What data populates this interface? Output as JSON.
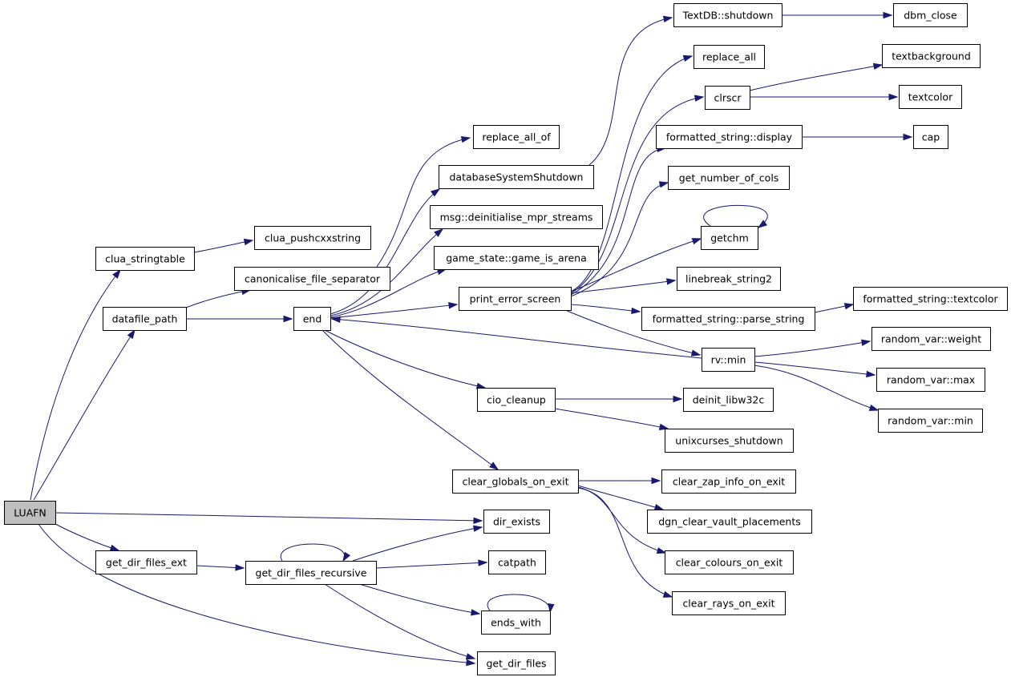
{
  "colors": {
    "edge": "#191970",
    "root_fill": "#bfbfbf",
    "node_fill": "#ffffff"
  },
  "nodes": [
    {
      "id": "luafn",
      "label": "LUAFN",
      "root": true
    },
    {
      "id": "clua_stringtable",
      "label": "clua_stringtable"
    },
    {
      "id": "clua_pushcxxstring",
      "label": "clua_pushcxxstring"
    },
    {
      "id": "datafile_path",
      "label": "datafile_path"
    },
    {
      "id": "canonicalise_file_separator",
      "label": "canonicalise_file_separator"
    },
    {
      "id": "replace_all_of",
      "label": "replace_all_of"
    },
    {
      "id": "end",
      "label": "end"
    },
    {
      "id": "databaseSystemShutdown",
      "label": "databaseSystemShutdown"
    },
    {
      "id": "textdb_shutdown",
      "label": "TextDB::shutdown"
    },
    {
      "id": "dbm_close",
      "label": "dbm_close"
    },
    {
      "id": "msg_deinit",
      "label": "msg::deinitialise_mpr_streams"
    },
    {
      "id": "game_is_arena",
      "label": "game_state::game_is_arena"
    },
    {
      "id": "print_error_screen",
      "label": "print_error_screen"
    },
    {
      "id": "replace_all",
      "label": "replace_all"
    },
    {
      "id": "clrscr",
      "label": "clrscr"
    },
    {
      "id": "textbackground",
      "label": "textbackground"
    },
    {
      "id": "textcolor",
      "label": "textcolor"
    },
    {
      "id": "fs_display",
      "label": "formatted_string::display"
    },
    {
      "id": "cap",
      "label": "cap"
    },
    {
      "id": "get_number_of_cols",
      "label": "get_number_of_cols"
    },
    {
      "id": "getchm",
      "label": "getchm"
    },
    {
      "id": "linebreak_string2",
      "label": "linebreak_string2"
    },
    {
      "id": "fs_parse_string",
      "label": "formatted_string::parse_string"
    },
    {
      "id": "fs_textcolor",
      "label": "formatted_string::textcolor"
    },
    {
      "id": "rv_min",
      "label": "rv::min"
    },
    {
      "id": "rand_weight",
      "label": "random_var::weight"
    },
    {
      "id": "rand_max",
      "label": "random_var::max"
    },
    {
      "id": "rand_min",
      "label": "random_var::min"
    },
    {
      "id": "cio_cleanup",
      "label": "cio_cleanup"
    },
    {
      "id": "deinit_libw32c",
      "label": "deinit_libw32c"
    },
    {
      "id": "unixcurses_shutdown",
      "label": "unixcurses_shutdown"
    },
    {
      "id": "clear_globals_on_exit",
      "label": "clear_globals_on_exit"
    },
    {
      "id": "clear_zap_info_on_exit",
      "label": "clear_zap_info_on_exit"
    },
    {
      "id": "dgn_clear_vault_placements",
      "label": "dgn_clear_vault_placements"
    },
    {
      "id": "clear_colours_on_exit",
      "label": "clear_colours_on_exit"
    },
    {
      "id": "clear_rays_on_exit",
      "label": "clear_rays_on_exit"
    },
    {
      "id": "dir_exists",
      "label": "dir_exists"
    },
    {
      "id": "get_dir_files_ext",
      "label": "get_dir_files_ext"
    },
    {
      "id": "get_dir_files_recursive",
      "label": "get_dir_files_recursive"
    },
    {
      "id": "catpath",
      "label": "catpath"
    },
    {
      "id": "ends_with",
      "label": "ends_with"
    },
    {
      "id": "get_dir_files",
      "label": "get_dir_files"
    }
  ],
  "edges": [
    {
      "from": "luafn",
      "to": "clua_stringtable"
    },
    {
      "from": "luafn",
      "to": "datafile_path"
    },
    {
      "from": "luafn",
      "to": "dir_exists"
    },
    {
      "from": "luafn",
      "to": "get_dir_files_ext"
    },
    {
      "from": "luafn",
      "to": "get_dir_files"
    },
    {
      "from": "clua_stringtable",
      "to": "clua_pushcxxstring"
    },
    {
      "from": "datafile_path",
      "to": "canonicalise_file_separator"
    },
    {
      "from": "datafile_path",
      "to": "end"
    },
    {
      "from": "canonicalise_file_separator",
      "to": "replace_all_of"
    },
    {
      "from": "end",
      "to": "databaseSystemShutdown"
    },
    {
      "from": "end",
      "to": "msg_deinit"
    },
    {
      "from": "end",
      "to": "game_is_arena"
    },
    {
      "from": "end",
      "to": "print_error_screen"
    },
    {
      "from": "end",
      "to": "cio_cleanup"
    },
    {
      "from": "end",
      "to": "clear_globals_on_exit"
    },
    {
      "from": "databaseSystemShutdown",
      "to": "textdb_shutdown"
    },
    {
      "from": "textdb_shutdown",
      "to": "dbm_close"
    },
    {
      "from": "print_error_screen",
      "to": "replace_all"
    },
    {
      "from": "print_error_screen",
      "to": "clrscr"
    },
    {
      "from": "print_error_screen",
      "to": "fs_display"
    },
    {
      "from": "print_error_screen",
      "to": "get_number_of_cols"
    },
    {
      "from": "print_error_screen",
      "to": "getchm"
    },
    {
      "from": "print_error_screen",
      "to": "linebreak_string2"
    },
    {
      "from": "print_error_screen",
      "to": "fs_parse_string"
    },
    {
      "from": "print_error_screen",
      "to": "rv_min"
    },
    {
      "from": "clrscr",
      "to": "textbackground"
    },
    {
      "from": "clrscr",
      "to": "textcolor"
    },
    {
      "from": "fs_display",
      "to": "cap"
    },
    {
      "from": "getchm",
      "to": "getchm"
    },
    {
      "from": "fs_parse_string",
      "to": "fs_textcolor"
    },
    {
      "from": "rv_min",
      "to": "end"
    },
    {
      "from": "rv_min",
      "to": "rand_weight"
    },
    {
      "from": "rv_min",
      "to": "rand_max"
    },
    {
      "from": "rv_min",
      "to": "rand_min"
    },
    {
      "from": "cio_cleanup",
      "to": "deinit_libw32c"
    },
    {
      "from": "cio_cleanup",
      "to": "unixcurses_shutdown"
    },
    {
      "from": "clear_globals_on_exit",
      "to": "clear_zap_info_on_exit"
    },
    {
      "from": "clear_globals_on_exit",
      "to": "dgn_clear_vault_placements"
    },
    {
      "from": "clear_globals_on_exit",
      "to": "clear_colours_on_exit"
    },
    {
      "from": "clear_globals_on_exit",
      "to": "clear_rays_on_exit"
    },
    {
      "from": "get_dir_files_ext",
      "to": "get_dir_files_recursive"
    },
    {
      "from": "get_dir_files_recursive",
      "to": "get_dir_files_recursive"
    },
    {
      "from": "get_dir_files_recursive",
      "to": "dir_exists"
    },
    {
      "from": "get_dir_files_recursive",
      "to": "catpath"
    },
    {
      "from": "get_dir_files_recursive",
      "to": "ends_with"
    },
    {
      "from": "get_dir_files_recursive",
      "to": "get_dir_files"
    },
    {
      "from": "ends_with",
      "to": "ends_with"
    }
  ]
}
